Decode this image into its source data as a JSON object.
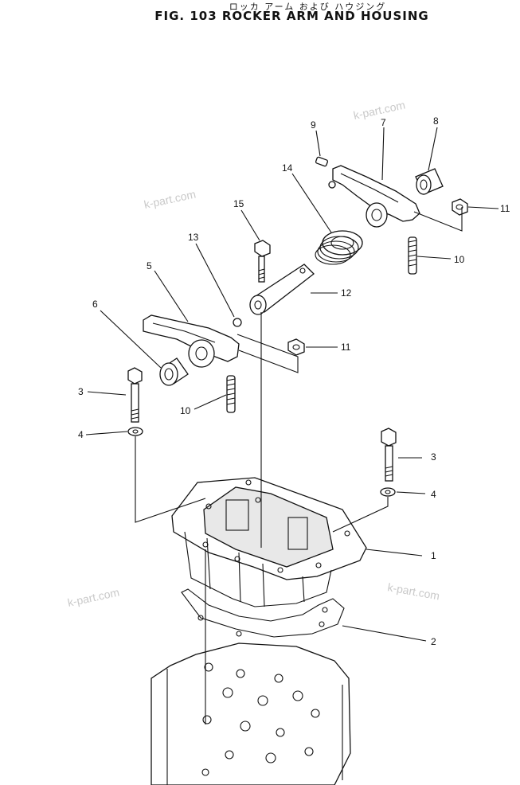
{
  "header": {
    "subtitle_jp": "ロッカ アーム および ハウジング",
    "title": "FIG. 103  ROCKER ARM AND HOUSING"
  },
  "watermark": "k-part.com",
  "callouts": [
    "1",
    "2",
    "3",
    "3",
    "4",
    "4",
    "5",
    "6",
    "7",
    "8",
    "9",
    "10",
    "10",
    "11",
    "11",
    "12",
    "13",
    "14",
    "15"
  ]
}
